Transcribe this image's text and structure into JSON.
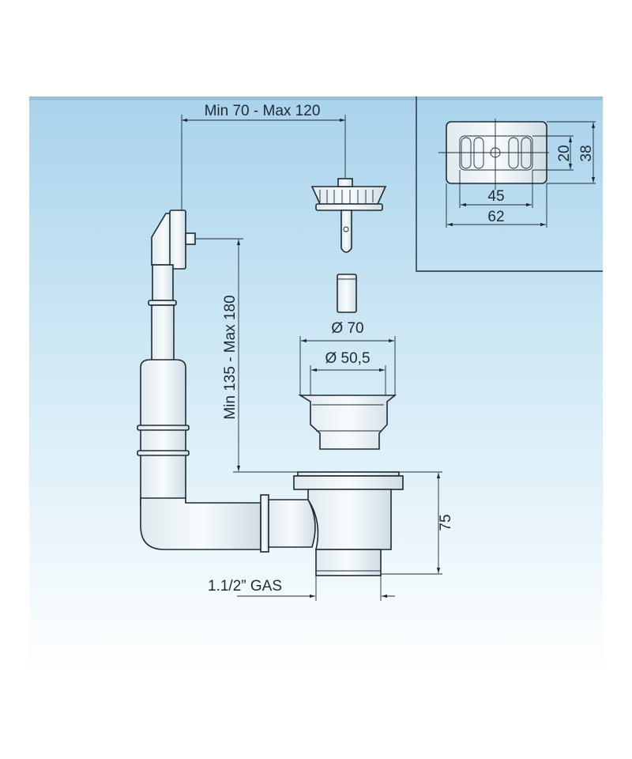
{
  "colors": {
    "background_top": "#a9d3ec",
    "background_bottom": "#ffffff",
    "line": "#1e2a33"
  },
  "main_drawing": {
    "overflow_distance_label": "Min 70 - Max 120",
    "height_range_label": "Min 135 - Max 180",
    "outer_diameter_label": "Ø 70",
    "inner_diameter_label": "Ø 50,5",
    "drain_height_label": "75",
    "thread_label": "1.1/2” GAS"
  },
  "inset_drawing": {
    "slot_height_label": "20",
    "plate_height_label": "38",
    "slot_width_label": "45",
    "plate_width_label": "62"
  }
}
